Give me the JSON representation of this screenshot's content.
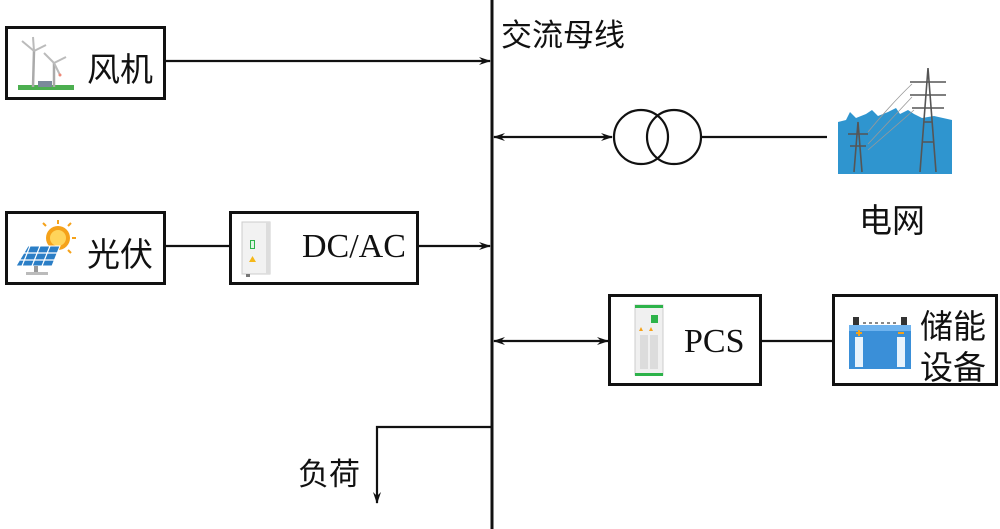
{
  "diagram": {
    "bus": {
      "label": "交流母线"
    },
    "sources": {
      "wind": {
        "label": "风机",
        "icon": "wind-turbine-icon"
      },
      "pv": {
        "label": "光伏",
        "icon": "solar-panel-icon"
      },
      "inverter": {
        "label": "DC/AC",
        "icon": "inverter-cabinet-icon"
      }
    },
    "grid": {
      "label": "电网",
      "icon": "transmission-tower-icon",
      "transformer_icon": "transformer-icon"
    },
    "storage": {
      "pcs": {
        "label": "PCS",
        "icon": "pcs-cabinet-icon"
      },
      "device": {
        "label_line1": "储能",
        "label_line2": "设备",
        "icon": "battery-icon"
      }
    },
    "load": {
      "label": "负荷"
    },
    "colors": {
      "line": "#111111",
      "grid_blue": "#2f95cf",
      "battery_blue": "#3a8fd8",
      "inverter_green": "#2db34a",
      "sun_orange": "#f5a21a"
    }
  }
}
